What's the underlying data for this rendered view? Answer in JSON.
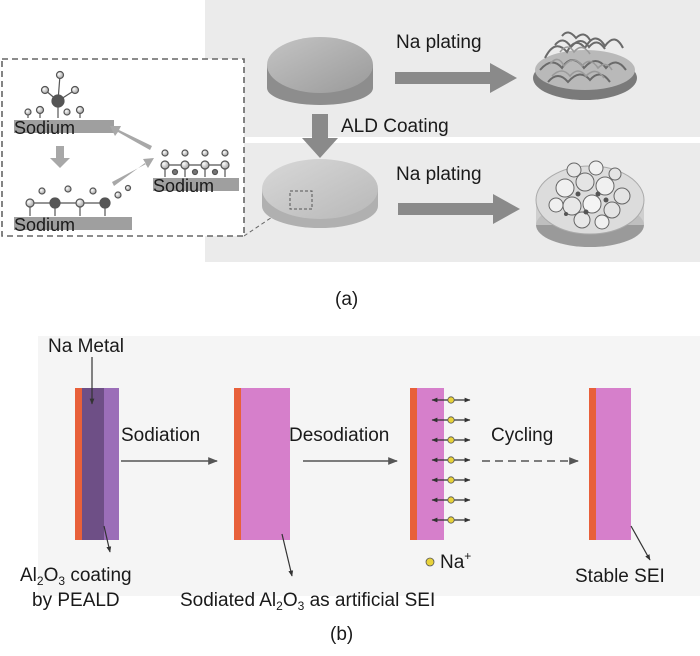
{
  "panel_a": {
    "label": "(a)",
    "sodium_label": "Sodium",
    "na_plating_label": "Na plating",
    "ald_coating_label": "ALD Coating"
  },
  "panel_b": {
    "label": "(b)",
    "na_metal_label": "Na Metal",
    "sodiation_label": "Sodiation",
    "desodiation_label": "Desodiation",
    "cycling_label": "Cycling",
    "na_ion_label": "Na",
    "na_ion_charge": "+",
    "coating_label_line1_pre": "Al",
    "coating_label_line1_sub1": "2",
    "coating_label_line1_mid": "O",
    "coating_label_line1_sub2": "3",
    "coating_label_line1_post": " coating",
    "coating_label_line2": "by PEALD",
    "sei_label_pre": "Sodiated Al",
    "sei_label_sub1": "2",
    "sei_label_mid": "O",
    "sei_label_sub2": "3",
    "sei_label_post": " as artificial SEI",
    "stable_sei_label": "Stable SEI"
  },
  "colors": {
    "panel_bg": "#ebebeb",
    "arrow_gray": "#8a8a8a",
    "electrode_orange": "#e8603a",
    "sei_pink": "#d67fcb",
    "na_metal_purple": "#8c5a9e",
    "ion_yellow": "#e8d23a"
  }
}
